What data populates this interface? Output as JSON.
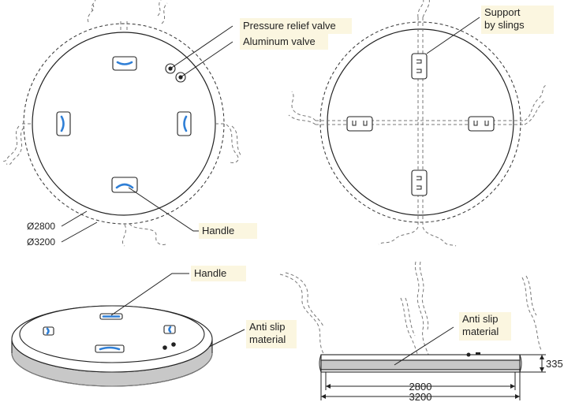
{
  "labels": {
    "pressure_relief_valve": "Pressure relief valve",
    "aluminum_valve": "Aluminum valve",
    "support_by_slings_line1": "Support",
    "support_by_slings_line2": "by slings",
    "handle_top": "Handle",
    "handle_bottom": "Handle",
    "diameter_inner": "Ø2800",
    "diameter_outer": "Ø3200",
    "anti_slip_left_line1": "Anti slip",
    "anti_slip_left_line2": "material",
    "anti_slip_right_line1": "Anti slip",
    "anti_slip_right_line2": "material",
    "dim_height": "335",
    "dim_inner_width": "2800",
    "dim_outer_width": "3200"
  },
  "colors": {
    "accent_handle": "#2f7fd6",
    "line": "#222222",
    "label_highlight": "#fbf6e0",
    "anti_slip_band": "#c8c8c8"
  }
}
